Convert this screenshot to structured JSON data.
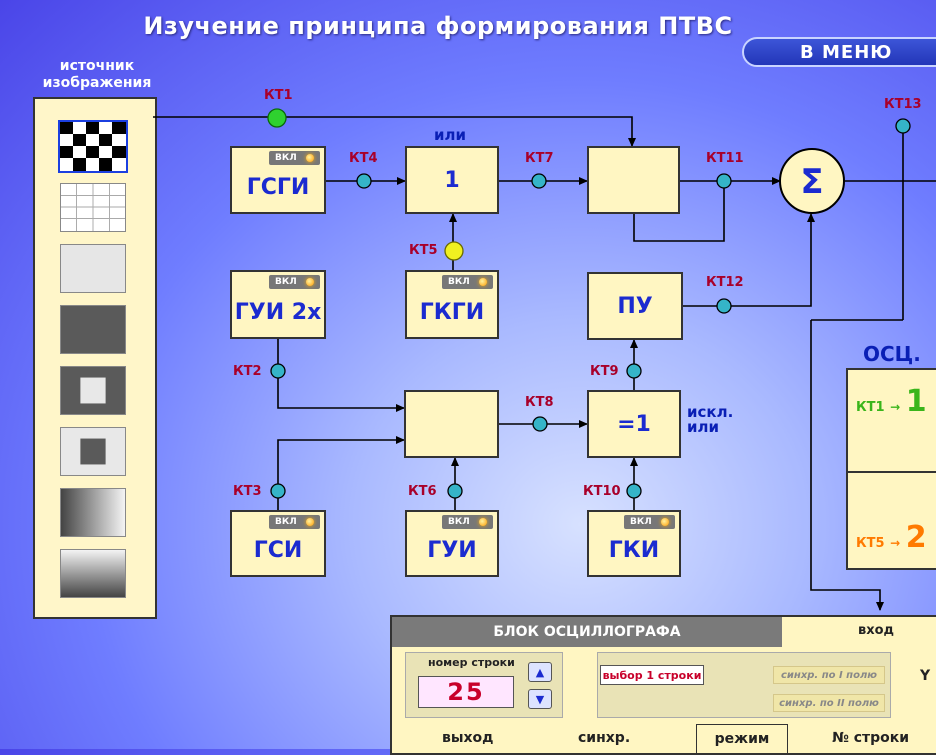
{
  "title": "Изучение принципа формирования ПТВС",
  "menu_button": "В МЕНЮ",
  "source": {
    "label": "источник изображения",
    "selected_index": 0
  },
  "blocks": {
    "gsgi": "ГСГИ",
    "or": "1",
    "or_label": "или",
    "gui2x": "ГУИ 2х",
    "gkgi": "ГКГИ",
    "pu": "ПУ",
    "xor": "=1",
    "xor_label_1": "искл.",
    "xor_label_2": "или",
    "gsi": "ГСИ",
    "gui": "ГУИ",
    "gki": "ГКИ",
    "sum": "Σ",
    "vkl": "ВКЛ"
  },
  "kt": {
    "kt1": "КТ1",
    "kt2": "КТ2",
    "kt3": "КТ3",
    "kt4": "КТ4",
    "kt5": "КТ5",
    "kt6": "КТ6",
    "kt7": "КТ7",
    "kt8": "КТ8",
    "kt9": "КТ9",
    "kt10": "КТ10",
    "kt11": "КТ11",
    "kt12": "КТ12",
    "kt13": "КТ13"
  },
  "osc": {
    "label": "ОСЦ.",
    "ch1_source": "КТ1",
    "ch1_number": "1",
    "ch2_source": "КТ5",
    "ch2_number": "2",
    "arrow": "→"
  },
  "osc_block": {
    "header": "БЛОК ОСЦИЛЛОГРАФА",
    "input_label": "вход",
    "row_title": "номер строки",
    "row_value": "25",
    "select_row": "выбор 1 строки",
    "sync_field_1": "синхр. по I полю",
    "sync_field_2": "синхр. по II полю",
    "y_label": "Y",
    "output": "выход",
    "sync": "синхр.",
    "mode": "режим",
    "row_number": "№ строки"
  },
  "colors": {
    "accent": "#1b2bd0",
    "kt_label": "#a8002a",
    "node_active_green": "#2fd12f",
    "node_active_yellow": "#f0f020",
    "node_idle": "#35b4c8",
    "ch1": "#39b51a",
    "ch2": "#ff7a00"
  }
}
